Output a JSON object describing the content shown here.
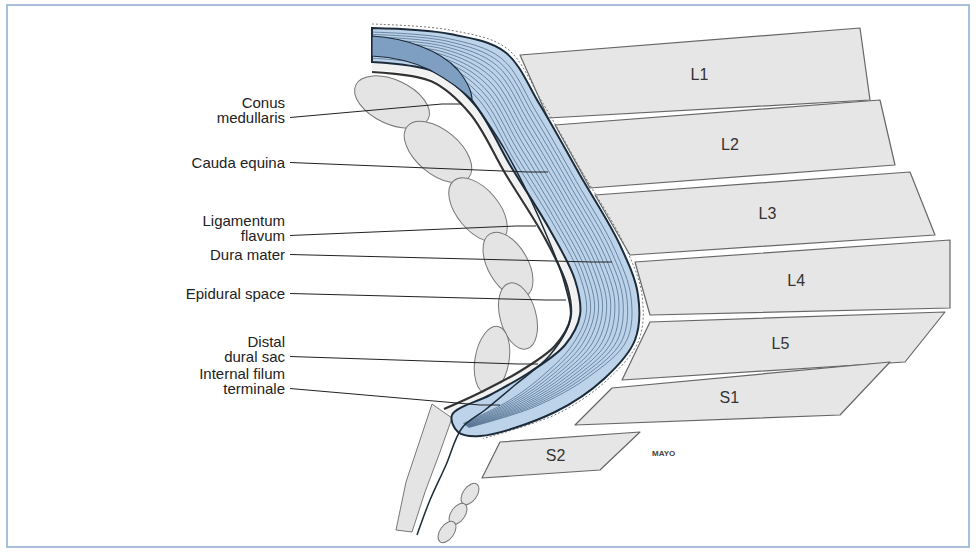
{
  "diagram": {
    "labels": [
      "Conus medullaris",
      "Cauda equina",
      "Ligamentum flavum",
      "Dura mater",
      "Epidural space",
      "Distal dural sac",
      "Internal filum terminale",
      "L1",
      "L2",
      "L3",
      "L4",
      "L5",
      "S1",
      "S2",
      "MAYO"
    ]
  }
}
